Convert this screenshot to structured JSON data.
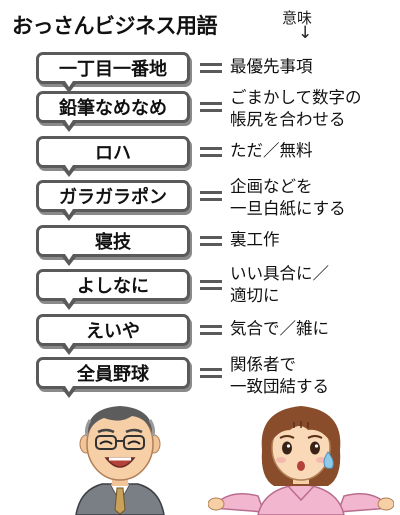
{
  "title": "おっさんビジネス用語",
  "meaning_header": "意味",
  "meaning_arrow": "↓",
  "terms": [
    {
      "term": "一丁目一番地",
      "meaning": "最優先事項"
    },
    {
      "term": "鉛筆なめなめ",
      "meaning": "ごまかして数字の\n帳尻を合わせる"
    },
    {
      "term": "ロハ",
      "meaning": "ただ／無料"
    },
    {
      "term": "ガラガラポン",
      "meaning": "企画などを\n一旦白紙にする"
    },
    {
      "term": "寝技",
      "meaning": "裏工作"
    },
    {
      "term": "よしなに",
      "meaning": "いい具合に／\n適切に"
    },
    {
      "term": "えいや",
      "meaning": "気合で／雑に"
    },
    {
      "term": "全員野球",
      "meaning": "関係者で\n一致団結する"
    }
  ],
  "illustrations": {
    "left": "middle-aged-man-laughing",
    "right": "young-woman-confused"
  },
  "colors": {
    "bubble_border": "#5a5a5a",
    "man_suit": "#7a7f86",
    "woman_blouse": "#f3b6cf"
  }
}
